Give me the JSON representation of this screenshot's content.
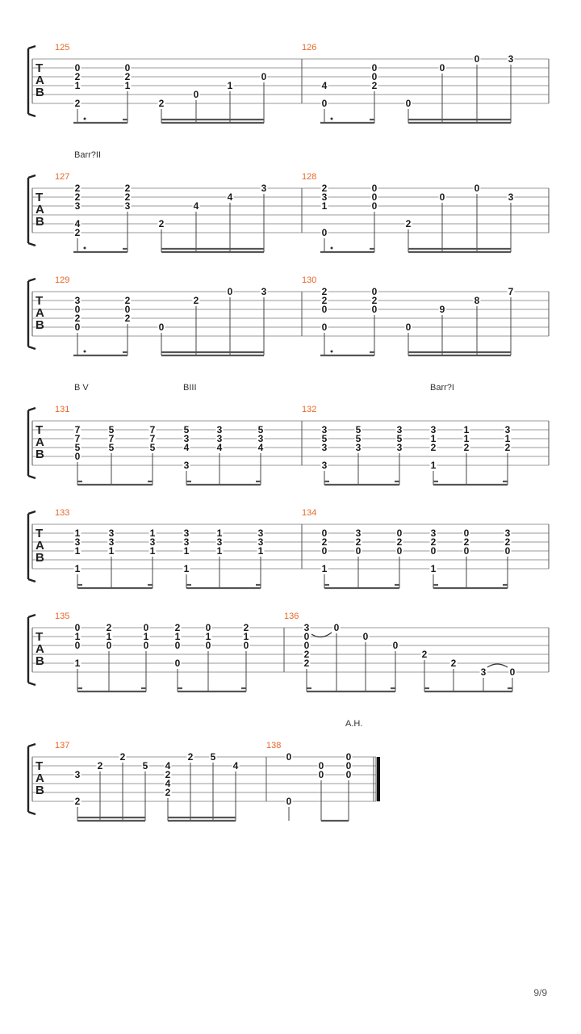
{
  "page_number": "9/9",
  "tab_clef": [
    "T",
    "A",
    "B"
  ],
  "colors": {
    "measure_number": "#e8682a",
    "fret": "#1a1a1a",
    "staff_line": "#9a9a9a"
  },
  "systems": [
    {
      "annotations": [],
      "measures": [
        {
          "number": "125",
          "notes": [
            {
              "frets": {
                "1": "0",
                "2": "2",
                "3": "1",
                "5": "2"
              }
            },
            {
              "frets": {
                "1": "0",
                "2": "2",
                "3": "1"
              }
            },
            {
              "frets": {
                "5": "2"
              }
            },
            {
              "frets": {
                "4": "0"
              }
            },
            {
              "frets": {
                "3": "1"
              }
            },
            {
              "frets": {
                "2": "0"
              }
            }
          ]
        },
        {
          "number": "126",
          "notes": [
            {
              "frets": {
                "3": "4",
                "5": "0"
              }
            },
            {
              "frets": {
                "1": "0",
                "2": "0",
                "3": "2"
              }
            },
            {
              "frets": {
                "5": "0"
              }
            },
            {
              "frets": {
                "1": "0"
              }
            },
            {
              "frets": {
                "0": "0"
              }
            },
            {
              "frets": {
                "0": "3"
              }
            }
          ]
        }
      ]
    },
    {
      "annotations": [
        {
          "text": "Barr?II"
        }
      ],
      "measures": [
        {
          "number": "127",
          "notes": [
            {
              "frets": {
                "0": "2",
                "1": "2",
                "2": "3",
                "4": "4",
                "5": "2"
              }
            },
            {
              "frets": {
                "0": "2",
                "1": "2",
                "2": "3"
              }
            },
            {
              "frets": {
                "4": "2"
              }
            },
            {
              "frets": {
                "2": "4"
              }
            },
            {
              "frets": {
                "1": "4"
              }
            },
            {
              "frets": {
                "0": "3"
              }
            }
          ]
        },
        {
          "number": "128",
          "notes": [
            {
              "frets": {
                "0": "2",
                "1": "3",
                "2": "1",
                "5": "0"
              }
            },
            {
              "frets": {
                "0": "0",
                "1": "0",
                "2": "0"
              }
            },
            {
              "frets": {
                "4": "2"
              }
            },
            {
              "frets": {
                "1": "0"
              }
            },
            {
              "frets": {
                "0": "0"
              }
            },
            {
              "frets": {
                "1": "3"
              }
            }
          ]
        }
      ]
    },
    {
      "annotations": [],
      "measures": [
        {
          "number": "129",
          "notes": [
            {
              "frets": {
                "1": "3",
                "2": "0",
                "3": "2",
                "4": "0"
              }
            },
            {
              "frets": {
                "1": "2",
                "2": "0",
                "3": "2"
              }
            },
            {
              "frets": {
                "4": "0"
              }
            },
            {
              "frets": {
                "1": "2"
              }
            },
            {
              "frets": {
                "0": "0"
              }
            },
            {
              "frets": {
                "0": "3"
              }
            }
          ]
        },
        {
          "number": "130",
          "notes": [
            {
              "frets": {
                "0": "2",
                "1": "2",
                "2": "0",
                "4": "0"
              }
            },
            {
              "frets": {
                "0": "0",
                "1": "2",
                "2": "0"
              }
            },
            {
              "frets": {
                "4": "0"
              }
            },
            {
              "frets": {
                "2": "9"
              }
            },
            {
              "frets": {
                "1": "8"
              }
            },
            {
              "frets": {
                "0": "7"
              }
            }
          ]
        }
      ]
    },
    {
      "annotations": [
        {
          "text": "B V"
        },
        {
          "text": "BIII"
        },
        {
          "text": "Barr?I"
        }
      ],
      "measures": [
        {
          "number": "131",
          "notes": [
            {
              "frets": {
                "1": "7",
                "2": "7",
                "3": "5",
                "4": "0"
              }
            },
            {
              "frets": {
                "1": "5",
                "2": "7",
                "3": "5"
              }
            },
            {
              "frets": {
                "1": "7",
                "2": "7",
                "3": "5"
              }
            },
            {
              "frets": {
                "1": "5",
                "2": "3",
                "3": "4",
                "5": "3"
              }
            },
            {
              "frets": {
                "1": "3",
                "2": "3",
                "3": "4"
              }
            },
            {
              "frets": {
                "1": "5",
                "2": "3",
                "3": "4"
              }
            }
          ]
        },
        {
          "number": "132",
          "notes": [
            {
              "frets": {
                "1": "3",
                "2": "5",
                "3": "3",
                "5": "3"
              }
            },
            {
              "frets": {
                "1": "5",
                "2": "5",
                "3": "3"
              }
            },
            {
              "frets": {
                "1": "3",
                "2": "5",
                "3": "3"
              }
            },
            {
              "frets": {
                "1": "3",
                "2": "1",
                "3": "2",
                "5": "1"
              }
            },
            {
              "frets": {
                "1": "1",
                "2": "1",
                "3": "2"
              }
            },
            {
              "frets": {
                "1": "3",
                "2": "1",
                "3": "2"
              }
            }
          ]
        }
      ]
    },
    {
      "annotations": [],
      "measures": [
        {
          "number": "133",
          "notes": [
            {
              "frets": {
                "1": "1",
                "2": "3",
                "3": "1",
                "5": "1"
              }
            },
            {
              "frets": {
                "1": "3",
                "2": "3",
                "3": "1"
              }
            },
            {
              "frets": {
                "1": "1",
                "2": "3",
                "3": "1"
              }
            },
            {
              "frets": {
                "1": "3",
                "2": "3",
                "3": "1",
                "5": "1"
              }
            },
            {
              "frets": {
                "1": "1",
                "2": "3",
                "3": "1"
              }
            },
            {
              "frets": {
                "1": "3",
                "2": "3",
                "3": "1"
              }
            }
          ]
        },
        {
          "number": "134",
          "notes": [
            {
              "frets": {
                "1": "0",
                "2": "2",
                "3": "0",
                "5": "1"
              }
            },
            {
              "frets": {
                "1": "3",
                "2": "2",
                "3": "0"
              }
            },
            {
              "frets": {
                "1": "0",
                "2": "2",
                "3": "0"
              }
            },
            {
              "frets": {
                "1": "3",
                "2": "2",
                "3": "0",
                "5": "1"
              }
            },
            {
              "frets": {
                "1": "0",
                "2": "2",
                "3": "0"
              }
            },
            {
              "frets": {
                "1": "3",
                "2": "2",
                "3": "0"
              }
            }
          ]
        }
      ]
    },
    {
      "annotations": [],
      "measures": [
        {
          "number": "135",
          "notes": [
            {
              "frets": {
                "0": "0",
                "1": "1",
                "2": "0",
                "4": "1"
              }
            },
            {
              "frets": {
                "0": "2",
                "1": "1",
                "2": "0"
              }
            },
            {
              "frets": {
                "0": "0",
                "1": "1",
                "2": "0"
              }
            },
            {
              "frets": {
                "0": "2",
                "1": "1",
                "2": "0",
                "4": "0"
              }
            },
            {
              "frets": {
                "0": "0",
                "1": "1",
                "2": "0"
              }
            },
            {
              "frets": {
                "0": "2",
                "1": "1",
                "2": "0"
              }
            }
          ]
        },
        {
          "number": "136",
          "notes": [
            {
              "frets": {
                "0": "3",
                "1": "0",
                "2": "0",
                "3": "2",
                "4": "2"
              }
            },
            {
              "frets": {
                "0": "0"
              }
            },
            {
              "frets": {
                "1": "0"
              }
            },
            {
              "frets": {
                "2": "0"
              }
            },
            {
              "frets": {
                "3": "2"
              }
            },
            {
              "frets": {
                "4": "2"
              }
            },
            {
              "frets": {
                "5": "3"
              }
            },
            {
              "frets": {
                "5": "0"
              }
            }
          ]
        }
      ]
    },
    {
      "annotations": [
        {
          "text": "A.H."
        }
      ],
      "measures": [
        {
          "number": "137",
          "notes": [
            {
              "frets": {
                "2": "3",
                "5": "2"
              }
            },
            {
              "frets": {
                "1": "2"
              }
            },
            {
              "frets": {
                "0": "2"
              }
            },
            {
              "frets": {
                "1": "5"
              }
            },
            {
              "frets": {
                "1": "4",
                "2": "2",
                "3": "4",
                "4": "2"
              }
            },
            {
              "frets": {
                "0": "2"
              }
            },
            {
              "frets": {
                "0": "5"
              }
            },
            {
              "frets": {
                "1": "4"
              }
            }
          ]
        },
        {
          "number": "138",
          "notes": [
            {
              "frets": {
                "0": "0",
                "5": "0"
              }
            },
            {
              "frets": {
                "1": "0",
                "2": "0"
              }
            },
            {
              "frets": {
                "0": "0",
                "1": "0",
                "2": "0"
              }
            }
          ]
        }
      ]
    }
  ]
}
